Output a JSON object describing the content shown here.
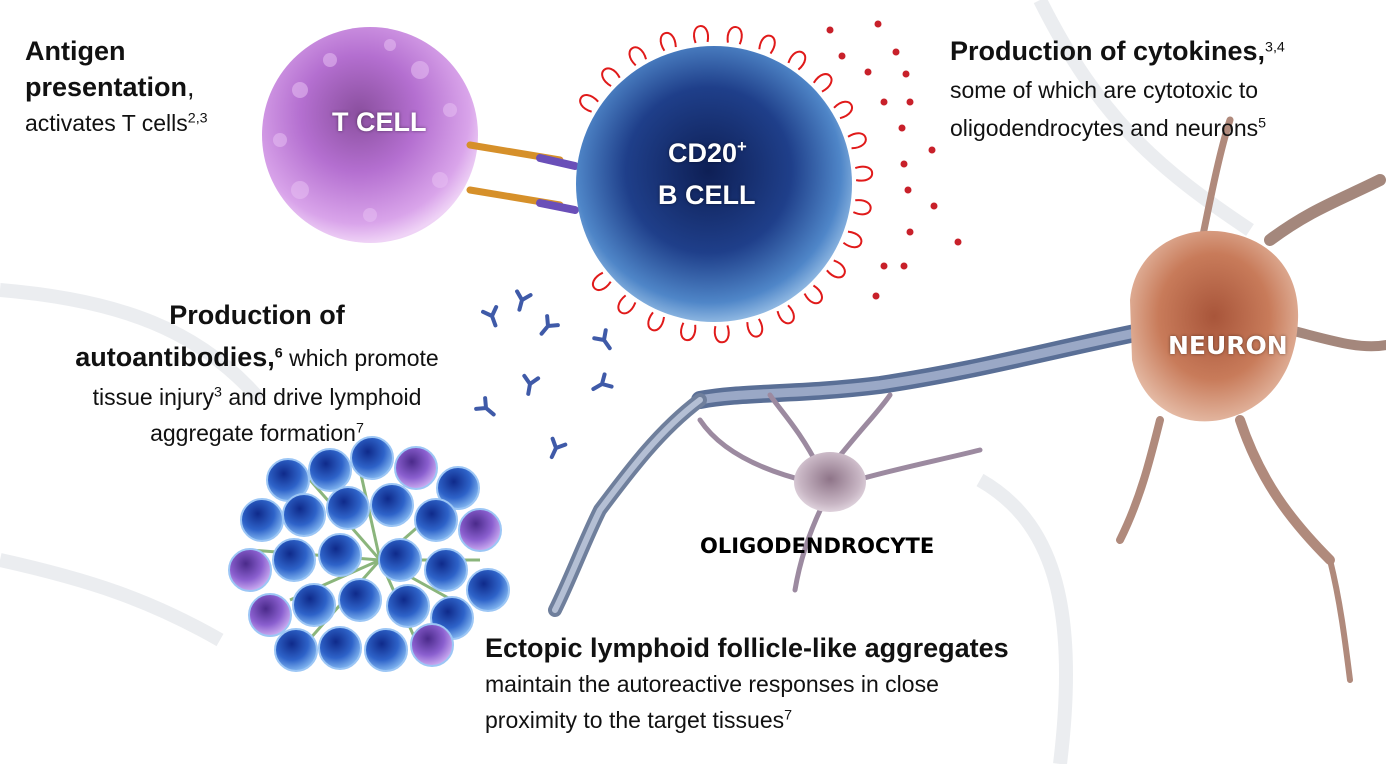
{
  "antigen": {
    "title_line1": "Antigen",
    "title_line2": "presentation",
    "title_tail": ",",
    "body": "activates T cells",
    "sup": "2,3"
  },
  "cytokines": {
    "title": "Production of cytokines,",
    "title_sup": "3,4",
    "line1": "some of which are cytotoxic to",
    "line2": "oligodendrocytes and neurons",
    "line2_sup": "5"
  },
  "autoantibodies": {
    "line1": "Production of",
    "title": "autoantibodies,",
    "title_sup": "6",
    "line2_tail": " which promote",
    "line3": "tissue injury",
    "line3_sup": "3",
    "line3_tail": " and drive lymphoid",
    "line4": "aggregate formation",
    "line4_sup": "7"
  },
  "ectopic": {
    "title": "Ectopic lymphoid follicle-like aggregates",
    "line1": "maintain the autoreactive responses in close",
    "line2": "proximity to the target tissues",
    "line2_sup": "7"
  },
  "labels": {
    "t_cell": "T CELL",
    "cd20": "CD20",
    "cd20_sup": "+",
    "b_cell": "B CELL",
    "neuron": "NEURON",
    "oligodendrocyte": "OLIGODENDROCYTE"
  },
  "colors": {
    "t_cell": "#b46fd0",
    "b_cell": "#1f3f8a",
    "neuron": "#c87b5a",
    "cytokine": "#c8202a",
    "antibody": "#3f5aa8",
    "aggregate": "#2e63c9"
  }
}
